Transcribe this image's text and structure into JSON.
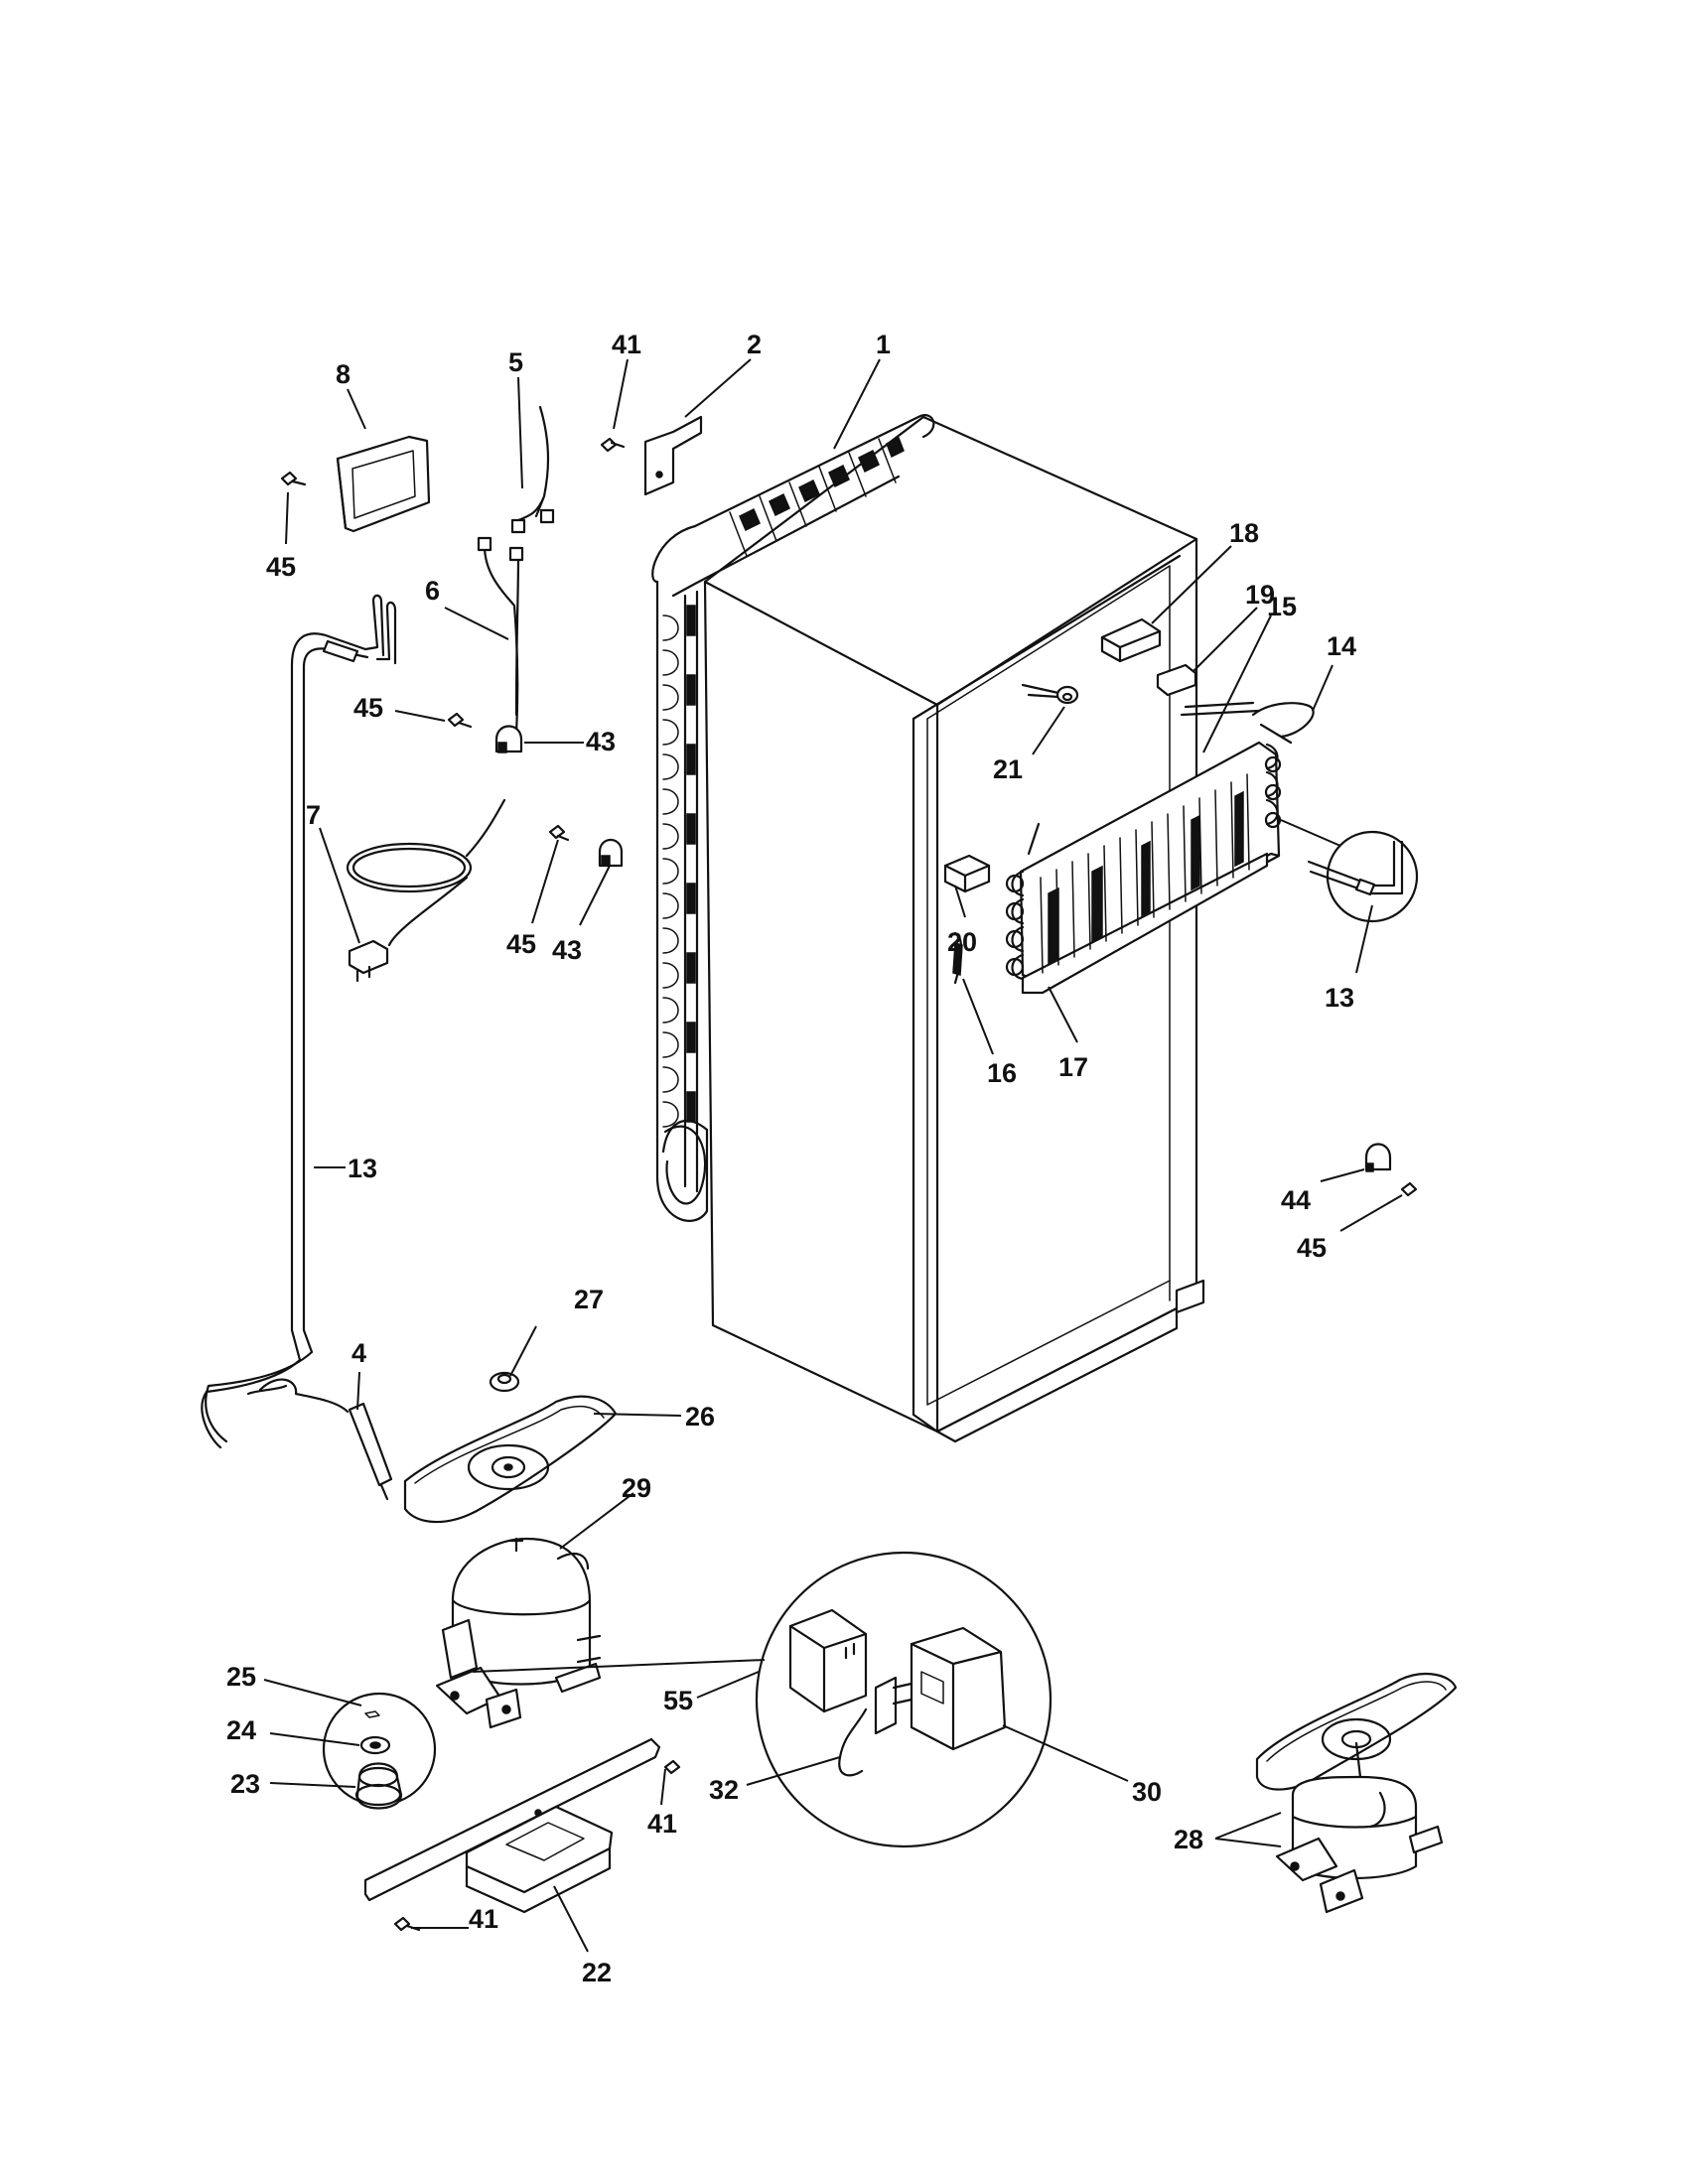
{
  "callouts": {
    "c1": "1",
    "c2": "2",
    "c41a": "41",
    "c5": "5",
    "c8": "8",
    "c45a": "45",
    "c6": "6",
    "c45b": "45",
    "c43a": "43",
    "c7": "7",
    "c45c": "45",
    "c43b": "43",
    "c18": "18",
    "c19": "19",
    "c15": "15",
    "c14": "14",
    "c21": "21",
    "c20": "20",
    "c13a": "13",
    "c16": "16",
    "c17": "17",
    "c13b": "13",
    "c44": "44",
    "c45d": "45",
    "c27": "27",
    "c4": "4",
    "c26": "26",
    "c29": "29",
    "c25": "25",
    "c24": "24",
    "c23": "23",
    "c55": "55",
    "c32": "32",
    "c30": "30",
    "c41b": "41",
    "c41c": "41",
    "c22": "22",
    "c28": "28"
  }
}
